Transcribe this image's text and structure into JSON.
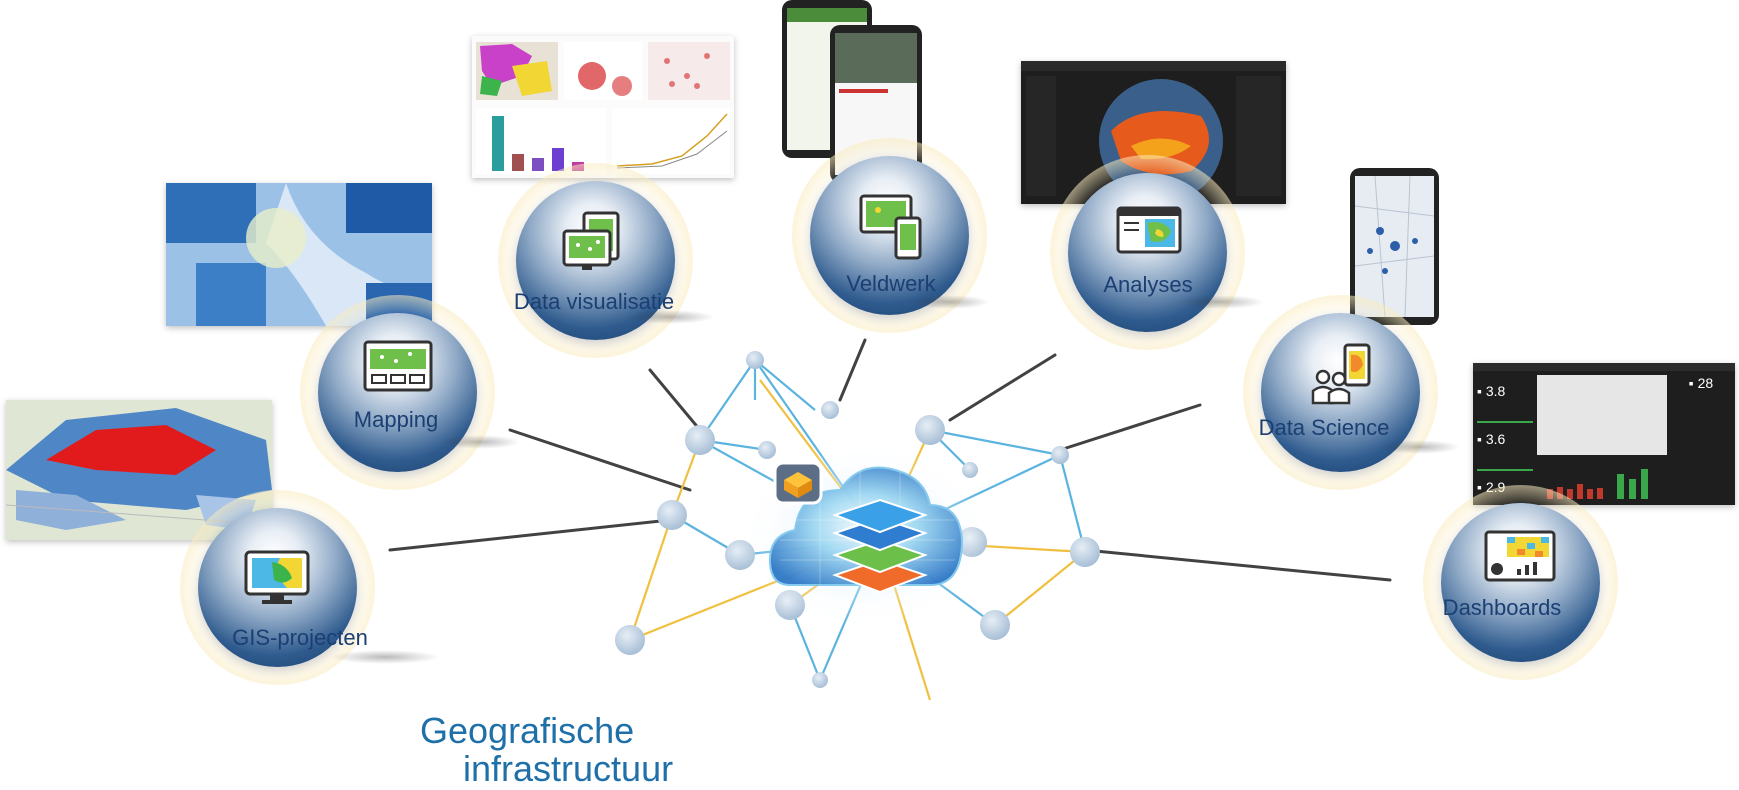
{
  "title": {
    "line1": "Geografische",
    "line2": "infrastructuur"
  },
  "hubs": [
    {
      "id": "gis",
      "label": "GIS-projecten",
      "icon": "monitor-map-icon"
    },
    {
      "id": "mapping",
      "label": "Mapping",
      "icon": "map-window-icon"
    },
    {
      "id": "dataviz",
      "label": "Data visualisatie",
      "icon": "devices-chart-icon"
    },
    {
      "id": "veldwerk",
      "label": "Veldwerk",
      "icon": "tablet-phone-icon"
    },
    {
      "id": "analyses",
      "label": "Analyses",
      "icon": "analysis-window-icon"
    },
    {
      "id": "datascience",
      "label": "Data Science",
      "icon": "people-phone-icon"
    },
    {
      "id": "dashboards",
      "label": "Dashboards",
      "icon": "dashboard-chart-icon"
    }
  ],
  "dashboard_values": [
    "3.8",
    "3.6",
    "2.9",
    "28"
  ],
  "colors": {
    "hub_dark": "#173b6a",
    "label": "#1b3f73",
    "title": "#1f70a8",
    "line_gold": "#f0c040",
    "line_blue": "#5bb3e0"
  }
}
